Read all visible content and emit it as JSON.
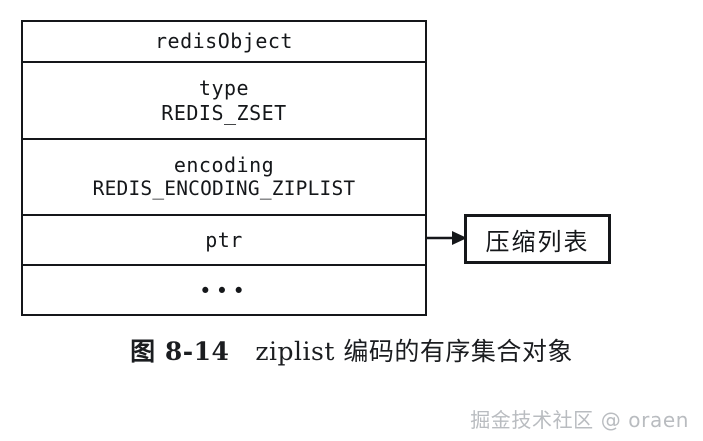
{
  "figure": {
    "caption_number": "图 8-14",
    "caption_text": "ziplist 编码的有序集合对象",
    "caption_full": "图 8-14　ziplist 编码的有序集合对象"
  },
  "struct": {
    "title": "redisObject",
    "fields": [
      {
        "name": "type",
        "value": "REDIS_ZSET"
      },
      {
        "name": "encoding",
        "value": "REDIS_ENCODING_ZIPLIST"
      },
      {
        "name": "ptr",
        "value": ""
      }
    ],
    "ellipsis": "•••"
  },
  "pointer": {
    "icon": "arrow-right-icon",
    "from_field": "ptr",
    "target_label": "压缩列表"
  },
  "watermark": {
    "text": "掘金技术社区 @ oraen"
  },
  "colors": {
    "stroke": "#15171a",
    "background": "#ffffff",
    "watermark": "#b9bcc0"
  }
}
